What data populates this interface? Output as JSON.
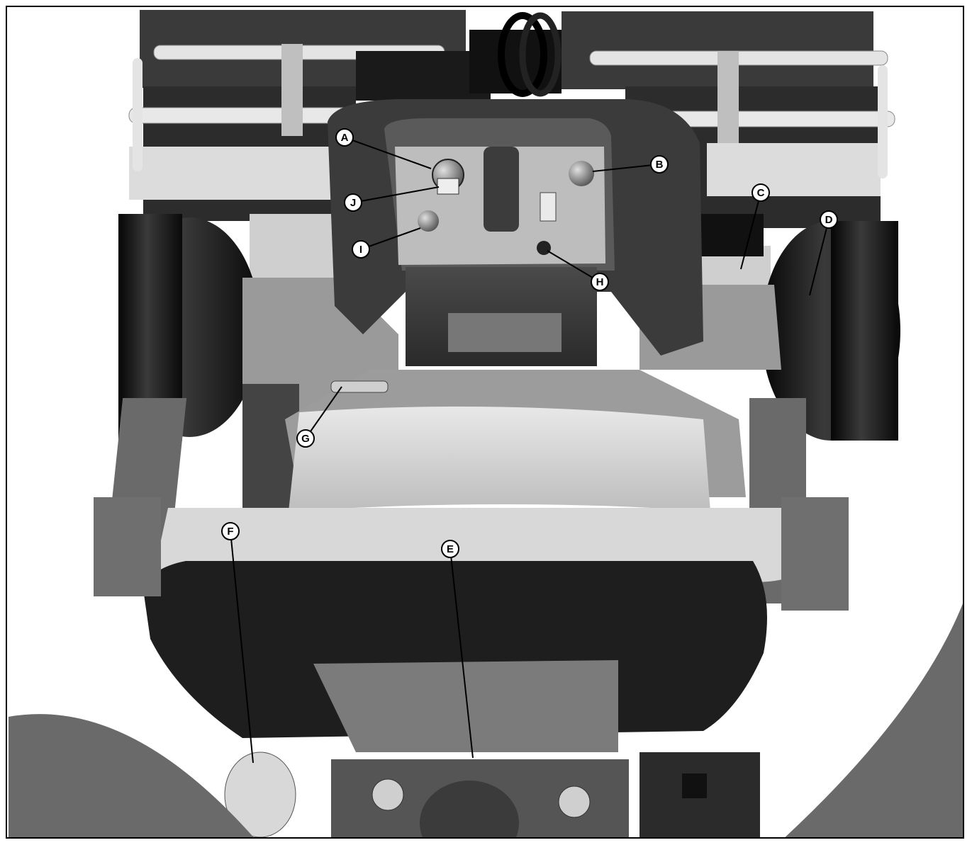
{
  "figure": {
    "callouts": [
      {
        "id": "A",
        "label": "A"
      },
      {
        "id": "B",
        "label": "B"
      },
      {
        "id": "C",
        "label": "C"
      },
      {
        "id": "D",
        "label": "D"
      },
      {
        "id": "E",
        "label": "E"
      },
      {
        "id": "F",
        "label": "F"
      },
      {
        "id": "G",
        "label": "G"
      },
      {
        "id": "H",
        "label": "H"
      },
      {
        "id": "I",
        "label": "I"
      },
      {
        "id": "J",
        "label": "J"
      }
    ]
  },
  "colors": {
    "background": "#ffffff",
    "border": "#000000",
    "dark_body": "#2a2a2a",
    "mid_gray": "#8a8a8a",
    "light_gray": "#d4d4d4",
    "tire": "#0d0d0d"
  }
}
